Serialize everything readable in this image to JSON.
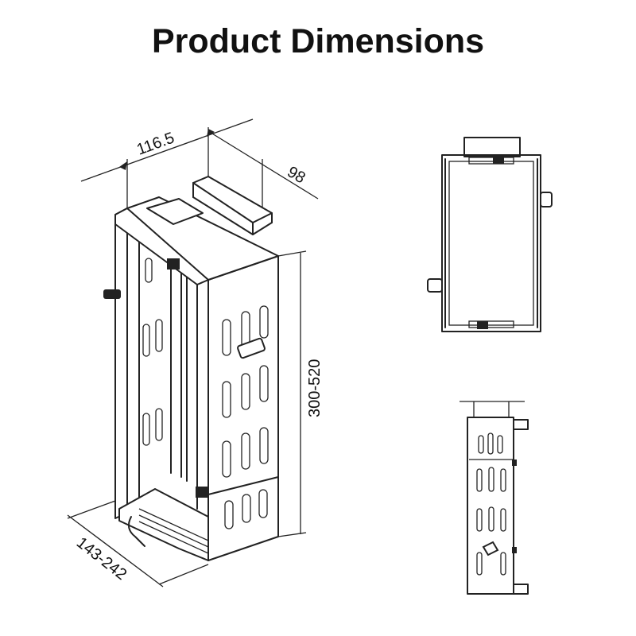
{
  "title": "Product Dimensions",
  "dimensions": {
    "width": "116.5",
    "depth": "98",
    "height": "300-520",
    "adjustable_width": "143-242"
  },
  "colors": {
    "line": "#222222",
    "background": "#ffffff"
  }
}
